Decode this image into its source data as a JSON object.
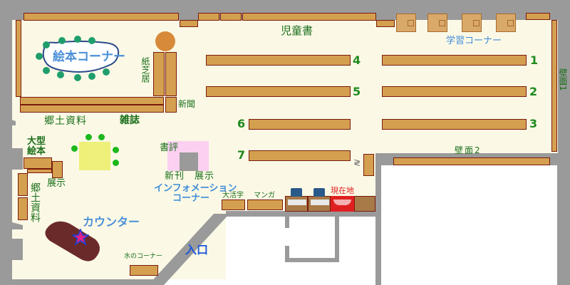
{
  "labels": {
    "picture_book_corner": "絵本コーナー",
    "kamishibai": "紙芝居",
    "newspaper": "新聞",
    "childrens_books": "児童書",
    "study_corner": "学習コーナー",
    "wall_1": "壁面1",
    "wall_2": "壁面2",
    "local_materials_top": "郷土資料",
    "magazines": "雑誌",
    "large_picture_books": "大型絵本",
    "display_left": "展示",
    "local_materials_side": "郷土資料",
    "book_review": "書評",
    "new_arrivals": "新刊",
    "display_center": "展示",
    "information_corner_1": "インフォメーション",
    "information_corner_2": "コーナー",
    "large_print": "大活字",
    "manga": "マンガ",
    "you_are_here": "現在地",
    "counter": "カウンター",
    "entrance": "入口",
    "water_corner": "水のコーナー"
  },
  "shelf_numbers": [
    "1",
    "2",
    "3",
    "4",
    "5",
    "6",
    "7"
  ],
  "colors": {
    "floor": "#fbf9e6",
    "wall": "#9a9a9a",
    "shelf": "#d4a050",
    "shelf_border": "#7a1a0c",
    "label_green": "#1a6e1a",
    "label_blue": "#3f8cd8",
    "you_are_here": "#e02020",
    "counter": "#6b2a2a",
    "star": "#e0208a"
  },
  "icons": {
    "current_location": "star-icon",
    "vending": "terminal-icon"
  }
}
